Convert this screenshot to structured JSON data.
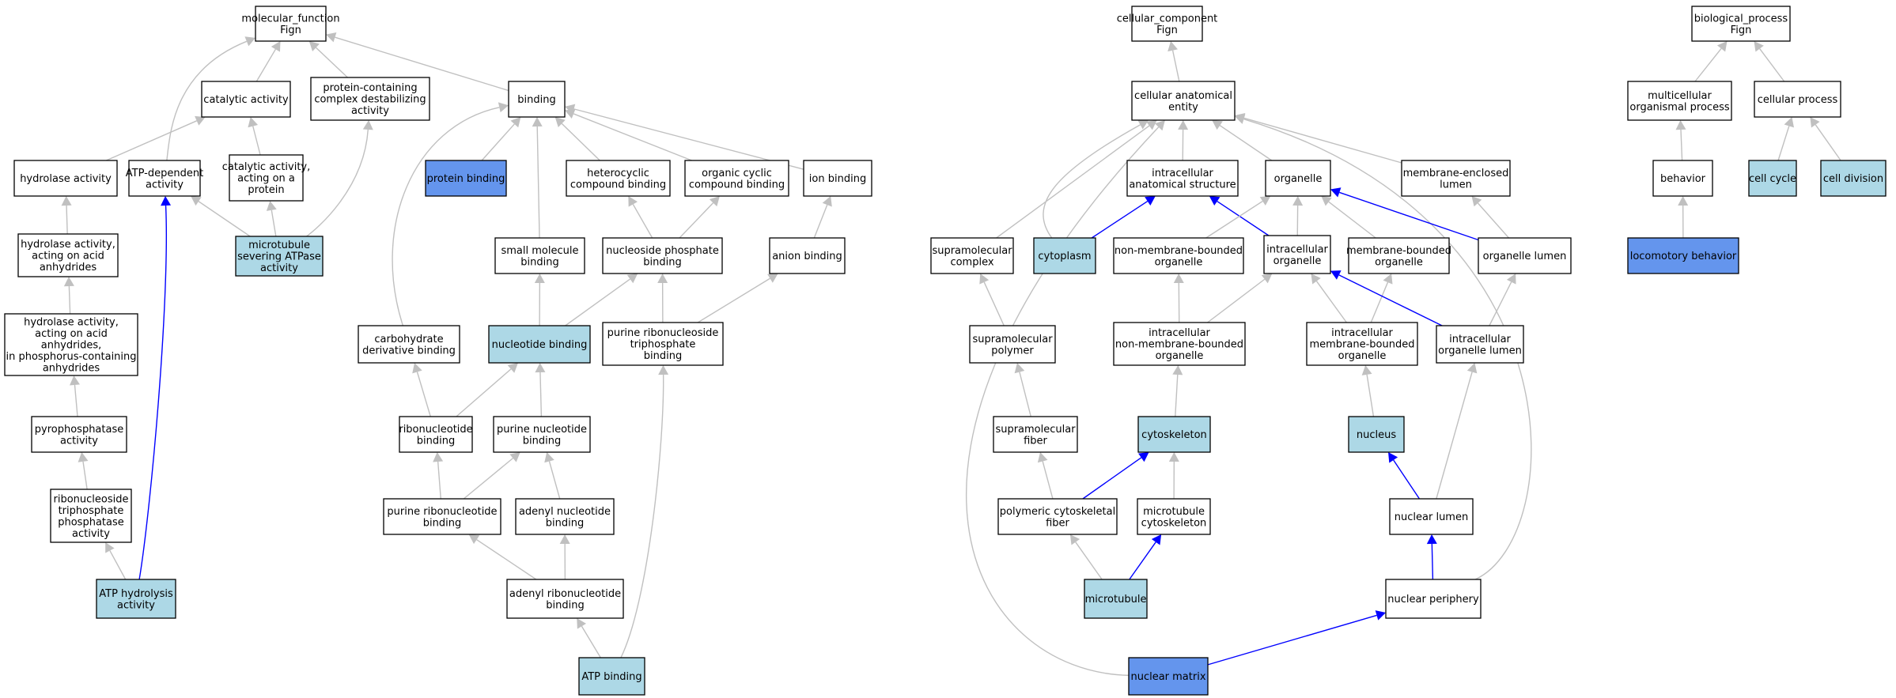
{
  "colors": {
    "default_fill": "#ffffff",
    "annotated_fill": "#add8e6",
    "queried_fill": "#6495ed",
    "edge_grey": "#c0c0c0",
    "edge_blue": "#0000ff"
  },
  "nodes": [
    {
      "id": "mf",
      "lines": [
        "molecular_function",
        "Fign"
      ],
      "style": "default"
    },
    {
      "id": "catalytic",
      "lines": [
        "catalytic activity"
      ],
      "style": "default"
    },
    {
      "id": "protdestab",
      "lines": [
        "protein-containing",
        "complex destabilizing",
        "activity"
      ],
      "style": "default"
    },
    {
      "id": "binding",
      "lines": [
        "binding"
      ],
      "style": "default"
    },
    {
      "id": "hydrolase",
      "lines": [
        "hydrolase activity"
      ],
      "style": "default"
    },
    {
      "id": "atpdep",
      "lines": [
        "ATP-dependent",
        "activity"
      ],
      "style": "default"
    },
    {
      "id": "catprot",
      "lines": [
        "catalytic activity,",
        "acting on a",
        "protein"
      ],
      "style": "default"
    },
    {
      "id": "protbind",
      "lines": [
        "protein binding"
      ],
      "style": "queried"
    },
    {
      "id": "hetero",
      "lines": [
        "heterocyclic",
        "compound binding"
      ],
      "style": "default"
    },
    {
      "id": "orgcyclic",
      "lines": [
        "organic cyclic",
        "compound binding"
      ],
      "style": "default"
    },
    {
      "id": "ionbind",
      "lines": [
        "ion binding"
      ],
      "style": "default"
    },
    {
      "id": "hydroacid",
      "lines": [
        "hydrolase activity,",
        "acting on acid",
        "anhydrides"
      ],
      "style": "default"
    },
    {
      "id": "mtsever",
      "lines": [
        "microtubule",
        "severing ATPase",
        "activity"
      ],
      "style": "annotated"
    },
    {
      "id": "smallmol",
      "lines": [
        "small molecule",
        "binding"
      ],
      "style": "default"
    },
    {
      "id": "nucphos",
      "lines": [
        "nucleoside phosphate",
        "binding"
      ],
      "style": "default"
    },
    {
      "id": "anion",
      "lines": [
        "anion binding"
      ],
      "style": "default"
    },
    {
      "id": "hydrophos",
      "lines": [
        "hydrolase activity,",
        "acting on acid",
        "anhydrides,",
        "in phosphorus-containing",
        "anhydrides"
      ],
      "style": "default"
    },
    {
      "id": "carbo",
      "lines": [
        "carbohydrate",
        "derivative binding"
      ],
      "style": "default"
    },
    {
      "id": "nucbind",
      "lines": [
        "nucleotide binding"
      ],
      "style": "annotated"
    },
    {
      "id": "purribotri",
      "lines": [
        "purine ribonucleoside",
        "triphosphate",
        "binding"
      ],
      "style": "default"
    },
    {
      "id": "pyro",
      "lines": [
        "pyrophosphatase",
        "activity"
      ],
      "style": "default"
    },
    {
      "id": "ribonuc",
      "lines": [
        "ribonucleotide",
        "binding"
      ],
      "style": "default"
    },
    {
      "id": "purnuc",
      "lines": [
        "purine nucleotide",
        "binding"
      ],
      "style": "default"
    },
    {
      "id": "ribotri",
      "lines": [
        "ribonucleoside",
        "triphosphate",
        "phosphatase",
        "activity"
      ],
      "style": "default"
    },
    {
      "id": "purribonuc",
      "lines": [
        "purine ribonucleotide",
        "binding"
      ],
      "style": "default"
    },
    {
      "id": "adenyl",
      "lines": [
        "adenyl nucleotide",
        "binding"
      ],
      "style": "default"
    },
    {
      "id": "atphyd",
      "lines": [
        "ATP hydrolysis",
        "activity"
      ],
      "style": "annotated"
    },
    {
      "id": "adenylribo",
      "lines": [
        "adenyl ribonucleotide",
        "binding"
      ],
      "style": "default"
    },
    {
      "id": "atpbind",
      "lines": [
        "ATP binding"
      ],
      "style": "annotated"
    },
    {
      "id": "cc",
      "lines": [
        "cellular_component",
        "Fign"
      ],
      "style": "default"
    },
    {
      "id": "cae",
      "lines": [
        "cellular anatomical",
        "entity"
      ],
      "style": "default"
    },
    {
      "id": "ias",
      "lines": [
        "intracellular",
        "anatomical structure"
      ],
      "style": "default"
    },
    {
      "id": "organelle",
      "lines": [
        "organelle"
      ],
      "style": "default"
    },
    {
      "id": "melumen",
      "lines": [
        "membrane-enclosed",
        "lumen"
      ],
      "style": "default"
    },
    {
      "id": "supracomplex",
      "lines": [
        "supramolecular",
        "complex"
      ],
      "style": "default"
    },
    {
      "id": "cytoplasm",
      "lines": [
        "cytoplasm"
      ],
      "style": "annotated"
    },
    {
      "id": "nonmemorg",
      "lines": [
        "non-membrane-bounded",
        "organelle"
      ],
      "style": "default"
    },
    {
      "id": "intraorg",
      "lines": [
        "intracellular",
        "organelle"
      ],
      "style": "default"
    },
    {
      "id": "memorg",
      "lines": [
        "membrane-bounded",
        "organelle"
      ],
      "style": "default"
    },
    {
      "id": "orglumen",
      "lines": [
        "organelle lumen"
      ],
      "style": "default"
    },
    {
      "id": "suprapoly",
      "lines": [
        "supramolecular",
        "polymer"
      ],
      "style": "default"
    },
    {
      "id": "intranonmem",
      "lines": [
        "intracellular",
        "non-membrane-bounded",
        "organelle"
      ],
      "style": "default"
    },
    {
      "id": "intramem",
      "lines": [
        "intracellular",
        "membrane-bounded",
        "organelle"
      ],
      "style": "default"
    },
    {
      "id": "intraorglumen",
      "lines": [
        "intracellular",
        "organelle lumen"
      ],
      "style": "default"
    },
    {
      "id": "suprafiber",
      "lines": [
        "supramolecular",
        "fiber"
      ],
      "style": "default"
    },
    {
      "id": "cytoskeleton",
      "lines": [
        "cytoskeleton"
      ],
      "style": "annotated"
    },
    {
      "id": "nucleus",
      "lines": [
        "nucleus"
      ],
      "style": "annotated"
    },
    {
      "id": "polycyto",
      "lines": [
        "polymeric cytoskeletal",
        "fiber"
      ],
      "style": "default"
    },
    {
      "id": "mtcyto",
      "lines": [
        "microtubule",
        "cytoskeleton"
      ],
      "style": "default"
    },
    {
      "id": "nuclumen",
      "lines": [
        "nuclear lumen"
      ],
      "style": "default"
    },
    {
      "id": "microtubule",
      "lines": [
        "microtubule"
      ],
      "style": "annotated"
    },
    {
      "id": "nucperiph",
      "lines": [
        "nuclear periphery"
      ],
      "style": "default"
    },
    {
      "id": "nucmatrix",
      "lines": [
        "nuclear matrix"
      ],
      "style": "queried"
    },
    {
      "id": "bp",
      "lines": [
        "biological_process",
        "Fign"
      ],
      "style": "default"
    },
    {
      "id": "multicell",
      "lines": [
        "multicellular",
        "organismal process"
      ],
      "style": "default"
    },
    {
      "id": "cellproc",
      "lines": [
        "cellular process"
      ],
      "style": "default"
    },
    {
      "id": "behavior",
      "lines": [
        "behavior"
      ],
      "style": "default"
    },
    {
      "id": "cellcycle",
      "lines": [
        "cell cycle"
      ],
      "style": "annotated"
    },
    {
      "id": "celldiv",
      "lines": [
        "cell division"
      ],
      "style": "annotated"
    },
    {
      "id": "locomotory",
      "lines": [
        "locomotory behavior"
      ],
      "style": "queried"
    }
  ],
  "edges": [
    {
      "from": "catalytic",
      "to": "mf",
      "color": "grey"
    },
    {
      "from": "protdestab",
      "to": "mf",
      "color": "grey"
    },
    {
      "from": "binding",
      "to": "mf",
      "color": "grey"
    },
    {
      "from": "atpdep",
      "to": "mf",
      "color": "grey"
    },
    {
      "from": "hydrolase",
      "to": "catalytic",
      "color": "grey"
    },
    {
      "from": "catprot",
      "to": "catalytic",
      "color": "grey"
    },
    {
      "from": "mtsever",
      "to": "protdestab",
      "color": "grey"
    },
    {
      "from": "mtsever",
      "to": "atpdep",
      "color": "grey"
    },
    {
      "from": "mtsever",
      "to": "catprot",
      "color": "grey"
    },
    {
      "from": "protbind",
      "to": "binding",
      "color": "grey"
    },
    {
      "from": "smallmol",
      "to": "binding",
      "color": "grey"
    },
    {
      "from": "hetero",
      "to": "binding",
      "color": "grey"
    },
    {
      "from": "orgcyclic",
      "to": "binding",
      "color": "grey"
    },
    {
      "from": "ionbind",
      "to": "binding",
      "color": "grey"
    },
    {
      "from": "carbo",
      "to": "binding",
      "color": "grey"
    },
    {
      "from": "hydroacid",
      "to": "hydrolase",
      "color": "grey"
    },
    {
      "from": "hydrophos",
      "to": "hydroacid",
      "color": "grey"
    },
    {
      "from": "pyro",
      "to": "hydrophos",
      "color": "grey"
    },
    {
      "from": "ribotri",
      "to": "pyro",
      "color": "grey"
    },
    {
      "from": "atphyd",
      "to": "ribotri",
      "color": "grey"
    },
    {
      "from": "atphyd",
      "to": "atpdep",
      "color": "blue"
    },
    {
      "from": "nucphos",
      "to": "hetero",
      "color": "grey"
    },
    {
      "from": "nucphos",
      "to": "orgcyclic",
      "color": "grey"
    },
    {
      "from": "anion",
      "to": "ionbind",
      "color": "grey"
    },
    {
      "from": "nucbind",
      "to": "smallmol",
      "color": "grey"
    },
    {
      "from": "nucbind",
      "to": "nucphos",
      "color": "grey"
    },
    {
      "from": "purribotri",
      "to": "nucphos",
      "color": "grey"
    },
    {
      "from": "purribotri",
      "to": "anion",
      "color": "grey"
    },
    {
      "from": "ribonuc",
      "to": "carbo",
      "color": "grey"
    },
    {
      "from": "ribonuc",
      "to": "nucbind",
      "color": "grey"
    },
    {
      "from": "purnuc",
      "to": "nucbind",
      "color": "grey"
    },
    {
      "from": "purribonuc",
      "to": "ribonuc",
      "color": "grey"
    },
    {
      "from": "purribonuc",
      "to": "purnuc",
      "color": "grey"
    },
    {
      "from": "adenyl",
      "to": "purnuc",
      "color": "grey"
    },
    {
      "from": "adenylribo",
      "to": "purribonuc",
      "color": "grey"
    },
    {
      "from": "adenylribo",
      "to": "adenyl",
      "color": "grey"
    },
    {
      "from": "atpbind",
      "to": "adenylribo",
      "color": "grey"
    },
    {
      "from": "atpbind",
      "to": "purribotri",
      "color": "grey"
    },
    {
      "from": "cae",
      "to": "cc",
      "color": "grey"
    },
    {
      "from": "ias",
      "to": "cae",
      "color": "grey"
    },
    {
      "from": "organelle",
      "to": "cae",
      "color": "grey"
    },
    {
      "from": "melumen",
      "to": "cae",
      "color": "grey"
    },
    {
      "from": "supracomplex",
      "to": "cae",
      "color": "grey"
    },
    {
      "from": "cytoplasm",
      "to": "cae",
      "color": "grey"
    },
    {
      "from": "nucmatrix",
      "to": "cae",
      "color": "grey"
    },
    {
      "from": "nucperiph",
      "to": "cae",
      "color": "grey"
    },
    {
      "from": "cytoplasm",
      "to": "ias",
      "color": "blue"
    },
    {
      "from": "intraorg",
      "to": "ias",
      "color": "blue"
    },
    {
      "from": "nonmemorg",
      "to": "organelle",
      "color": "grey"
    },
    {
      "from": "intraorg",
      "to": "organelle",
      "color": "grey"
    },
    {
      "from": "memorg",
      "to": "organelle",
      "color": "grey"
    },
    {
      "from": "orglumen",
      "to": "organelle",
      "color": "blue"
    },
    {
      "from": "orglumen",
      "to": "melumen",
      "color": "grey"
    },
    {
      "from": "suprapoly",
      "to": "supracomplex",
      "color": "grey"
    },
    {
      "from": "intranonmem",
      "to": "nonmemorg",
      "color": "grey"
    },
    {
      "from": "intranonmem",
      "to": "intraorg",
      "color": "grey"
    },
    {
      "from": "intramem",
      "to": "intraorg",
      "color": "grey"
    },
    {
      "from": "intramem",
      "to": "memorg",
      "color": "grey"
    },
    {
      "from": "intraorglumen",
      "to": "intraorg",
      "color": "blue"
    },
    {
      "from": "intraorglumen",
      "to": "orglumen",
      "color": "grey"
    },
    {
      "from": "suprafiber",
      "to": "suprapoly",
      "color": "grey"
    },
    {
      "from": "cytoskeleton",
      "to": "intranonmem",
      "color": "grey"
    },
    {
      "from": "nucleus",
      "to": "intramem",
      "color": "grey"
    },
    {
      "from": "polycyto",
      "to": "suprafiber",
      "color": "grey"
    },
    {
      "from": "polycyto",
      "to": "cytoskeleton",
      "color": "blue"
    },
    {
      "from": "mtcyto",
      "to": "cytoskeleton",
      "color": "grey"
    },
    {
      "from": "nuclumen",
      "to": "nucleus",
      "color": "blue"
    },
    {
      "from": "nuclumen",
      "to": "intraorglumen",
      "color": "grey"
    },
    {
      "from": "microtubule",
      "to": "polycyto",
      "color": "grey"
    },
    {
      "from": "microtubule",
      "to": "mtcyto",
      "color": "blue"
    },
    {
      "from": "nucperiph",
      "to": "nuclumen",
      "color": "blue"
    },
    {
      "from": "nucmatrix",
      "to": "nucperiph",
      "color": "blue"
    },
    {
      "from": "multicell",
      "to": "bp",
      "color": "grey"
    },
    {
      "from": "cellproc",
      "to": "bp",
      "color": "grey"
    },
    {
      "from": "behavior",
      "to": "multicell",
      "color": "grey"
    },
    {
      "from": "locomotory",
      "to": "behavior",
      "color": "grey"
    },
    {
      "from": "cellcycle",
      "to": "cellproc",
      "color": "grey"
    },
    {
      "from": "celldiv",
      "to": "cellproc",
      "color": "grey"
    }
  ]
}
